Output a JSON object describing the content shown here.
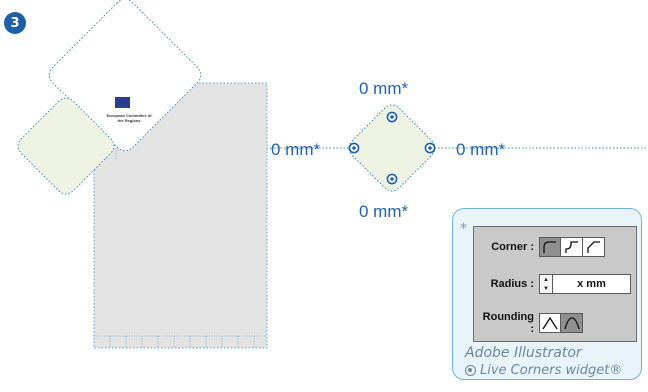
{
  "step": {
    "number": "3"
  },
  "diagram": {
    "labels": {
      "top": "0 mm*",
      "left": "0 mm*",
      "right": "0 mm*",
      "bottom": "0 mm*"
    },
    "document": {
      "logo_text": "European Committee of the Regions"
    },
    "colors": {
      "guide_blue": "#1f62b0",
      "shape_fill": "#eef3e4",
      "page_fill": "#e3e3e3"
    }
  },
  "panel": {
    "asterisk": "*",
    "widget": {
      "corner_label": "Corner :",
      "radius_label": "Radius :",
      "radius_value": "x mm",
      "rounding_label": "Rounding :",
      "stepper_up": "▲",
      "stepper_down": "▼"
    },
    "caption_app": "Adobe Illustrator",
    "caption_widget": "Live Corners widget®"
  }
}
